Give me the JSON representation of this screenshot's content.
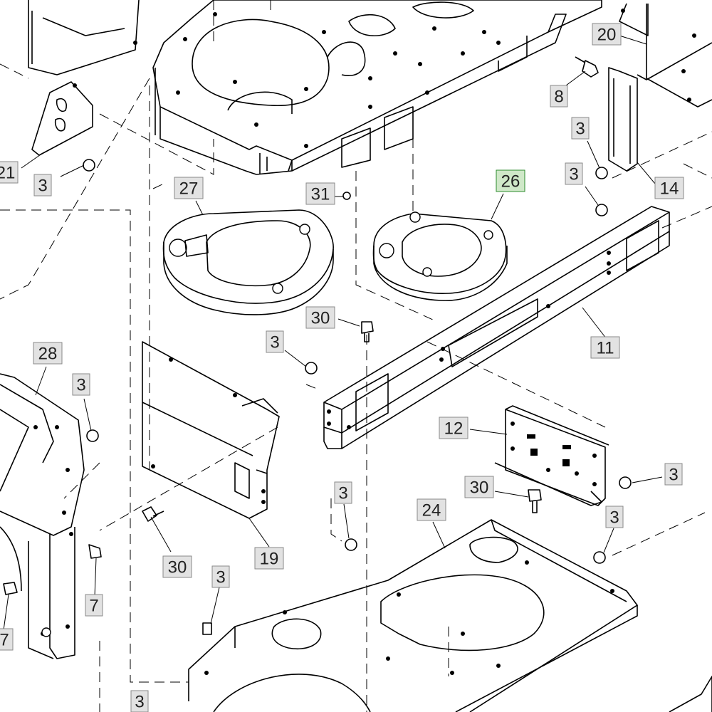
{
  "diagram": {
    "highlight_color": "#cfe8c8",
    "callout_color": "#e2e2e2",
    "callouts": [
      {
        "id": "c-20",
        "label": "20"
      },
      {
        "id": "c-8",
        "label": "8"
      },
      {
        "id": "c-3a",
        "label": "3"
      },
      {
        "id": "c-3b",
        "label": "3"
      },
      {
        "id": "c-14",
        "label": "14"
      },
      {
        "id": "c-26",
        "label": "26",
        "highlighted": true
      },
      {
        "id": "c-27",
        "label": "27"
      },
      {
        "id": "c-31",
        "label": "31"
      },
      {
        "id": "c-21",
        "label": "21"
      },
      {
        "id": "c-3c",
        "label": "3"
      },
      {
        "id": "c-30a",
        "label": "30"
      },
      {
        "id": "c-3d",
        "label": "3"
      },
      {
        "id": "c-11",
        "label": "11"
      },
      {
        "id": "c-28",
        "label": "28"
      },
      {
        "id": "c-3e",
        "label": "3"
      },
      {
        "id": "c-12",
        "label": "12"
      },
      {
        "id": "c-3f",
        "label": "3"
      },
      {
        "id": "c-30b",
        "label": "30"
      },
      {
        "id": "c-3g",
        "label": "3"
      },
      {
        "id": "c-24",
        "label": "24"
      },
      {
        "id": "c-3h",
        "label": "3"
      },
      {
        "id": "c-30c",
        "label": "30"
      },
      {
        "id": "c-19",
        "label": "19"
      },
      {
        "id": "c-7a",
        "label": "7"
      },
      {
        "id": "c-7b",
        "label": "7"
      },
      {
        "id": "c-3i",
        "label": "3"
      },
      {
        "id": "c-3j",
        "label": "3"
      }
    ]
  }
}
